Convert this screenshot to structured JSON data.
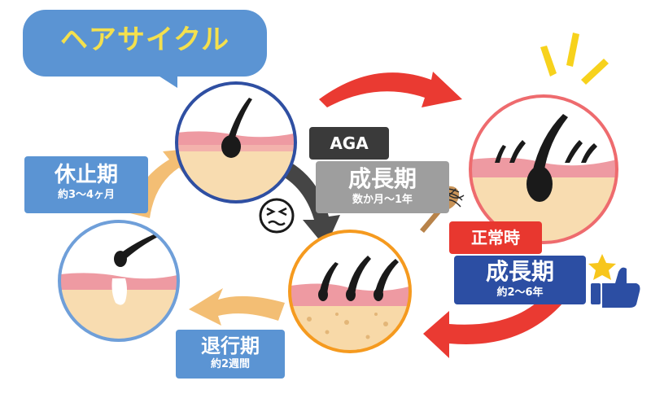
{
  "title": "ヘアサイクル",
  "stages": {
    "rest": {
      "name": "休止期",
      "duration": "約3〜4ヶ月"
    },
    "regression": {
      "name": "退行期",
      "duration": "約2週間"
    },
    "growth_aga": {
      "tag": "AGA",
      "name": "成長期",
      "duration": "数か月〜1年"
    },
    "growth_normal": {
      "tag": "正常時",
      "name": "成長期",
      "duration": "約2〜6年"
    }
  },
  "colors": {
    "title_bg": "#5b94d3",
    "title_text": "#f4e04d",
    "label_blue": "#5b94d3",
    "label_dark_blue": "#2c4ea3",
    "label_gray": "#9e9e9e",
    "tag_dark": "#3a3a3a",
    "tag_red": "#e8372f",
    "arrow_red": "#ea3a32",
    "arrow_tan": "#f3be74",
    "arrow_dark": "#454545"
  },
  "icons": [
    "sad-face-icon",
    "hairbrush-icon",
    "thumbs-up-icon",
    "star-icon",
    "sparkle-icon"
  ]
}
